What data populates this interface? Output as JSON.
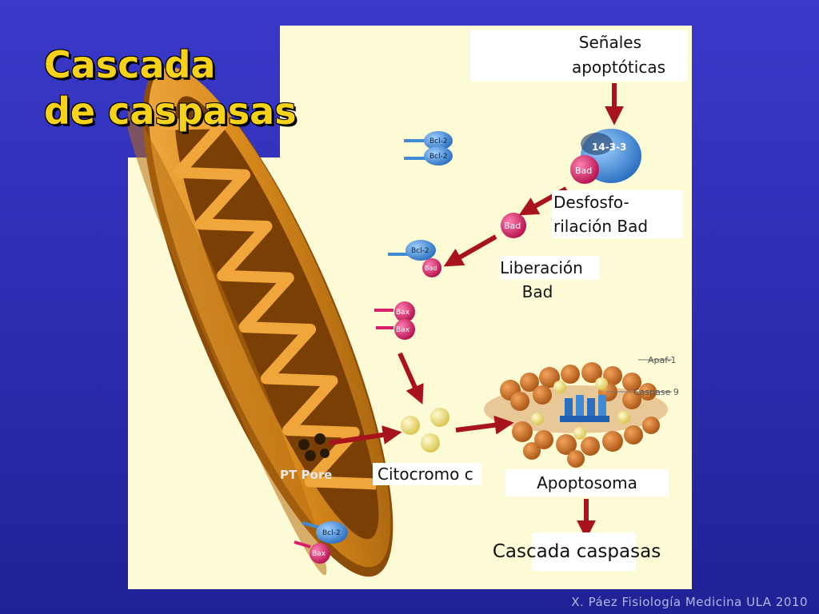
{
  "slide": {
    "title_line1": "Cascada",
    "title_line2": "de caspasas",
    "footer": "X. Páez Fisiología Medicina ULA 2010"
  },
  "labels": {
    "senales_1": "Señales",
    "senales_2": "apoptóticas",
    "desfosfo_1": "Desfosfo-",
    "desfosfo_2": "rilación Bad",
    "liberacion_1": "Liberación",
    "liberacion_2": "Bad",
    "citocromo": "Citocromo c",
    "apoptosoma": "Apoptosoma",
    "cascada": "Cascada caspasas"
  },
  "proteins": {
    "p14_3_3": "14-3-3",
    "bad": "Bad",
    "bcl2": "Bcl-2",
    "bax": "Bax",
    "pt_pore": "PT Pore",
    "apaf1": "Apaf-1",
    "caspase9": "Caspase 9"
  },
  "colors": {
    "background": "#2d2fb5",
    "title": "#f7d21b",
    "panel": "#fdfbd6",
    "mitochondrion": "#d98a1c",
    "arrow": "#a8141c",
    "bcl2": "#3f8ad6",
    "bad": "#d8206a",
    "cytochrome": "#f3e27d"
  }
}
